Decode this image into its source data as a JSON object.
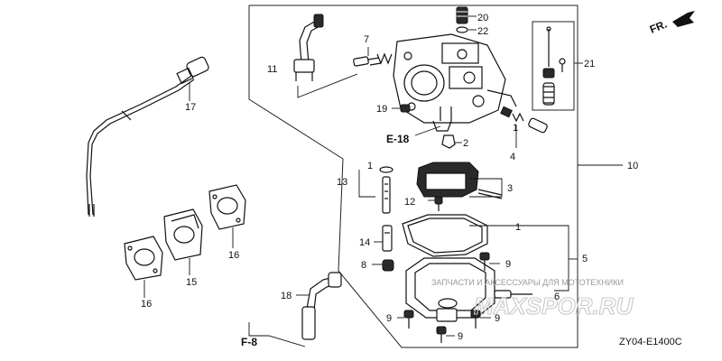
{
  "diagram_code": "ZY04-E1400C",
  "direction_label": "FR.",
  "refs": {
    "e18": "E-18",
    "f8": "F-8"
  },
  "callouts": {
    "c1a": "1",
    "c1b": "1",
    "c1c": "1",
    "c2": "2",
    "c3": "3",
    "c4": "4",
    "c5": "5",
    "c6": "6",
    "c7": "7",
    "c8": "8",
    "c9a": "9",
    "c9b": "9",
    "c9c": "9",
    "c9d": "9",
    "c10": "10",
    "c11": "11",
    "c12": "12",
    "c13": "13",
    "c14": "14",
    "c15": "15",
    "c16a": "16",
    "c16b": "16",
    "c17": "17",
    "c18": "18",
    "c19": "19",
    "c20": "20",
    "c21": "21",
    "c22": "22"
  },
  "watermark": {
    "tagline": "ЗАПЧАСТИ И АКСЕССУАРЫ ДЛЯ МОТОТЕХНИКИ",
    "logo": "MAXSPOR.RU"
  },
  "icons": [
    "arrow-fr-icon"
  ]
}
